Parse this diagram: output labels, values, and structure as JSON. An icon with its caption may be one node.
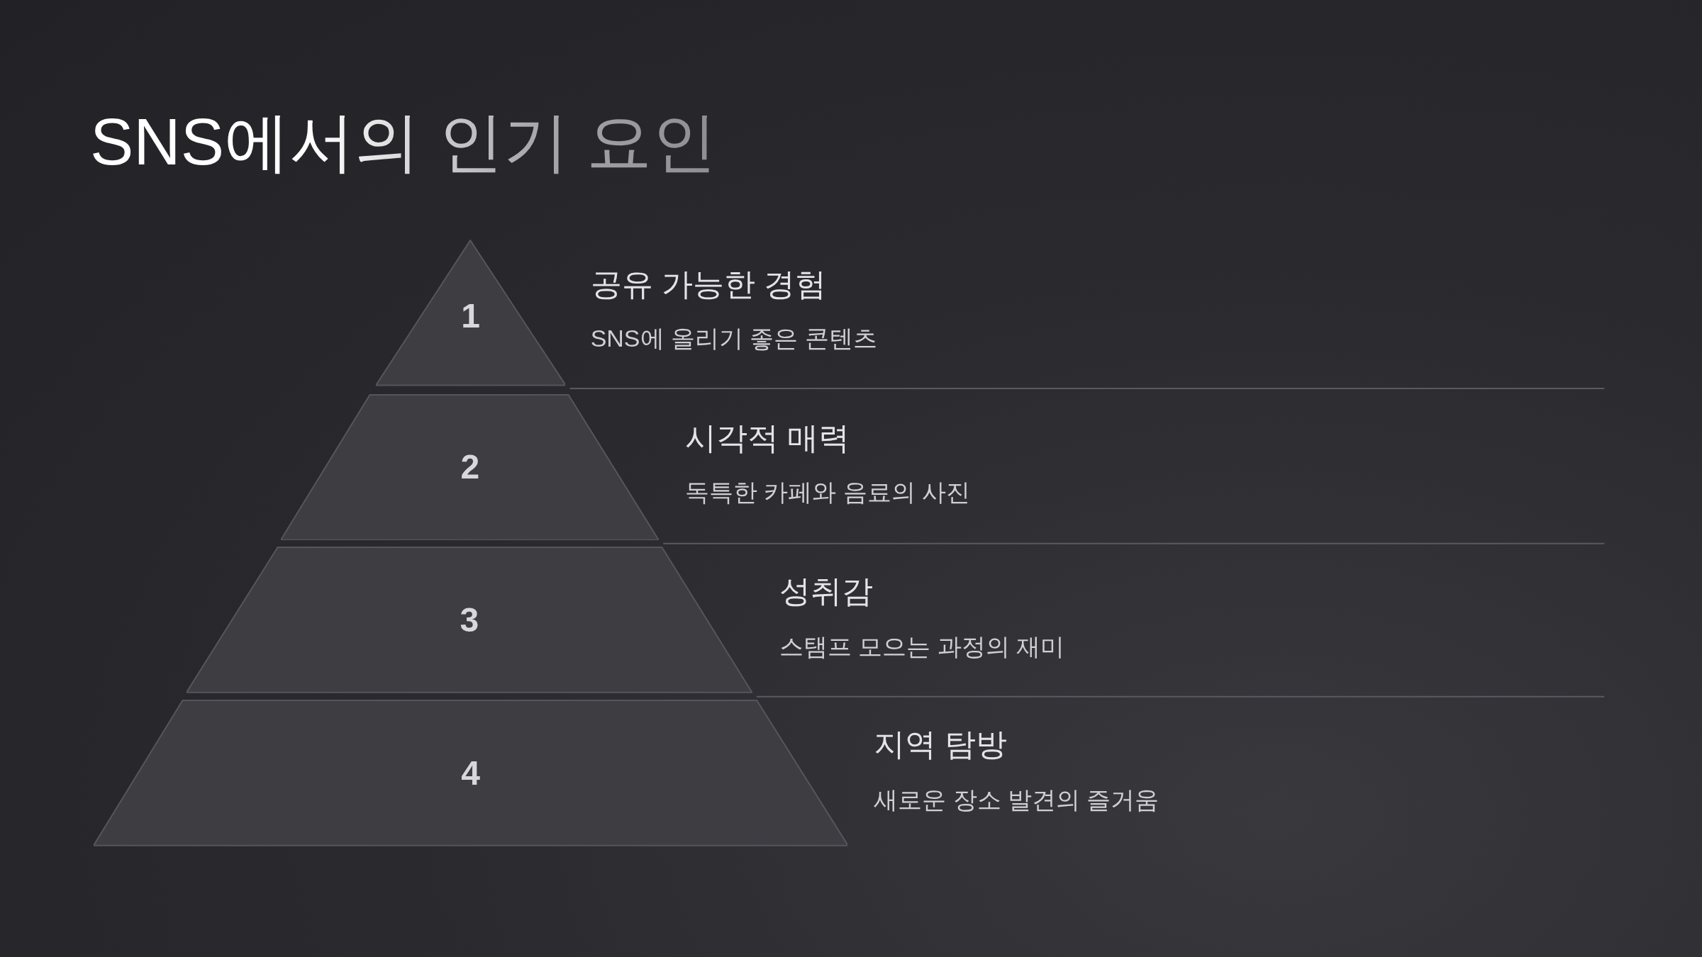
{
  "diagram": {
    "title": "SNS에서의 인기 요인",
    "nodes": [
      {
        "text": [
          "1"
        ],
        "beside": [
          "공유 가능한 경험",
          "SNS에 올리기 좋은 콘텐츠"
        ]
      },
      {
        "text": [
          "2"
        ],
        "beside": [
          "시각적 매력",
          "독특한 카페와 음료의 사진"
        ]
      },
      {
        "text": [
          "3"
        ],
        "beside": [
          "성취감",
          "스탬프 모으는 과정의 재미"
        ]
      },
      {
        "text": [
          "4"
        ],
        "beside": [
          "지역 탐방",
          "새로운 장소 발견의 즐거움"
        ]
      }
    ]
  }
}
